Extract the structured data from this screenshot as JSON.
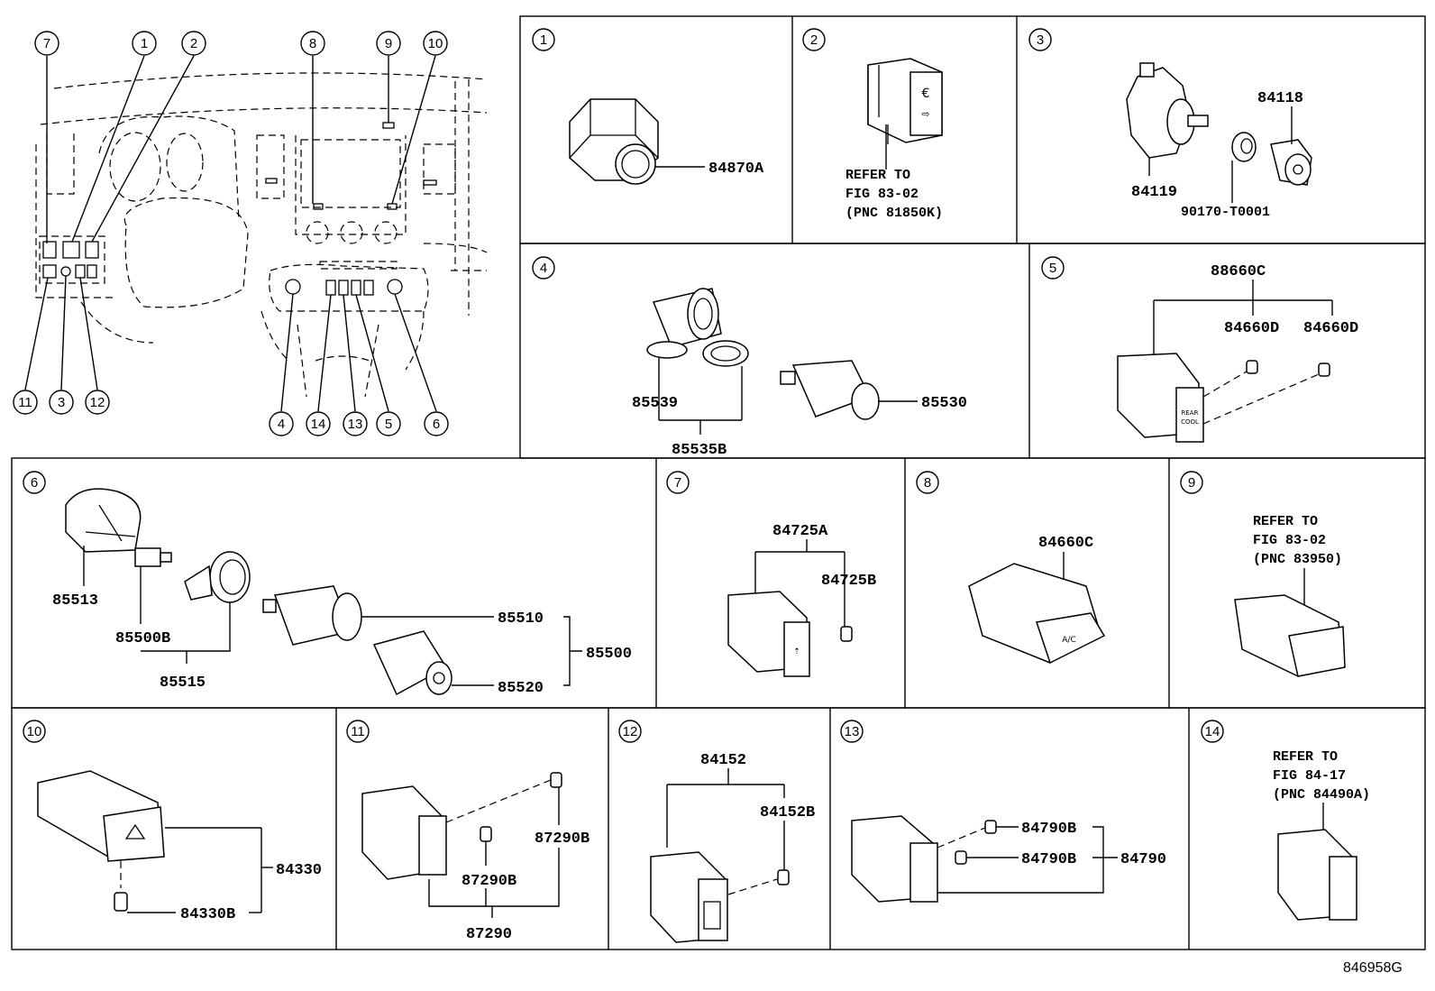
{
  "figure_id": "846958G",
  "overview": {
    "callouts": [
      "7",
      "1",
      "2",
      "8",
      "9",
      "10",
      "11",
      "3",
      "12",
      "4",
      "14",
      "13",
      "5",
      "6"
    ]
  },
  "panels": [
    {
      "number": "1",
      "parts": [
        "84870A"
      ]
    },
    {
      "number": "2",
      "refer": [
        "REFER TO",
        "FIG 83-02",
        "(PNC 81850K)"
      ]
    },
    {
      "number": "3",
      "parts": [
        "84119",
        "90170-T0001",
        "84118"
      ]
    },
    {
      "number": "4",
      "parts": [
        "85539",
        "85535B",
        "85530"
      ]
    },
    {
      "number": "5",
      "parts": [
        "88660C",
        "84660D",
        "84660D"
      ],
      "switch_text": [
        "REAR",
        "COOL"
      ]
    },
    {
      "number": "6",
      "parts": [
        "85513",
        "85500B",
        "85515",
        "85510",
        "85520",
        "85500"
      ]
    },
    {
      "number": "7",
      "parts": [
        "84725A",
        "84725B"
      ]
    },
    {
      "number": "8",
      "parts": [
        "84660C"
      ],
      "switch_text": "A/C"
    },
    {
      "number": "9",
      "refer": [
        "REFER TO",
        "FIG 83-02",
        "(PNC 83950)"
      ]
    },
    {
      "number": "10",
      "parts": [
        "84330",
        "84330B"
      ]
    },
    {
      "number": "11",
      "parts": [
        "87290B",
        "87290B",
        "87290"
      ]
    },
    {
      "number": "12",
      "parts": [
        "84152",
        "84152B"
      ]
    },
    {
      "number": "13",
      "parts": [
        "84790B",
        "84790B",
        "84790"
      ]
    },
    {
      "number": "14",
      "refer": [
        "REFER TO",
        "FIG 84-17",
        "(PNC 84490A)"
      ]
    }
  ]
}
